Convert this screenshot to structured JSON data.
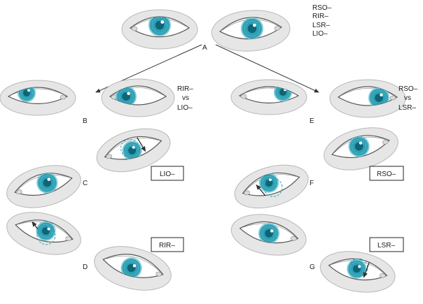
{
  "figure": {
    "legend_lines": [
      "RSO–",
      "RIR–",
      "LSR–",
      "LIO–"
    ],
    "labels": {
      "a": "A",
      "b": "B",
      "c": "C",
      "d": "D",
      "e": "E",
      "f": "F",
      "g": "G"
    },
    "comparisons": {
      "left": [
        "RIR–",
        "vs",
        "LIO–"
      ],
      "right": [
        "RSO–",
        "vs",
        "LSR–"
      ]
    },
    "boxes": {
      "c": "LIO–",
      "d": "RIR–",
      "f": "RSO–",
      "g": "LSR–"
    }
  },
  "colors": {
    "skin": "#e6e6e6",
    "skin_stroke": "#b8b8b8",
    "sclera": "#ffffff",
    "iris": "#2fa0b4",
    "iris_ring": "#7ccbd8",
    "pupil": "#0e6577",
    "line": "#333333",
    "dashed": "#2fa0b4"
  }
}
